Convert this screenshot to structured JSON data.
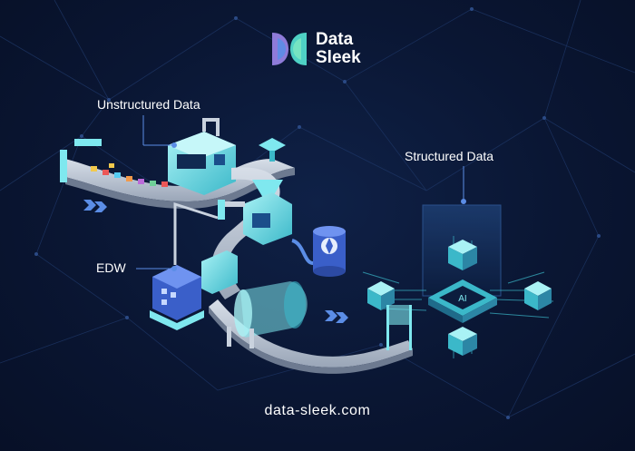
{
  "brand": {
    "name_line1": "Data",
    "name_line2": "Sleek",
    "colors": {
      "teal": "#4fd1c5",
      "purple": "#8e7bd9",
      "blue": "#5b8de6"
    }
  },
  "labels": {
    "unstructured": "Unstructured Data",
    "structured": "Structured Data",
    "edw": "EDW",
    "chip": "AI"
  },
  "footer": {
    "website": "data-sleek.com"
  },
  "colors": {
    "background": "#0a1633",
    "cyan": "#7fe8ef",
    "cyan_dark": "#3bb8c9",
    "belt": "#c9d2de",
    "blue_machine": "#3a5fc9"
  }
}
